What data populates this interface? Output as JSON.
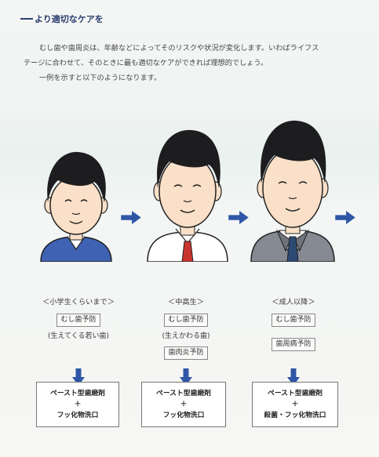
{
  "heading": "より適切なケアを",
  "intro": {
    "line1": "むし歯や歯周炎は、年齢などによってそのリスクや状況が変化します。いわばライフス",
    "line2": "テージに合わせて、そのときに最も適切なケアができれば理想的でしょう。",
    "line3": "一例を示すと以下のようになります。"
  },
  "stages": [
    {
      "title": "＜小学生くらいまで＞",
      "tag1": "むし歯予防",
      "note": "(生えてくる若い歯)",
      "tag2": "",
      "result_line1": "ペースト型歯磨剤",
      "result_plus": "＋",
      "result_line2": "フッ化物洗口"
    },
    {
      "title": "＜中高生＞",
      "tag1": "むし歯予防",
      "note": "(生えかわる歯)",
      "tag2": "歯肉炎予防",
      "result_line1": "ペースト型歯磨剤",
      "result_plus": "＋",
      "result_line2": "フッ化物洗口"
    },
    {
      "title": "＜成人以降＞",
      "tag1": "むし歯予防",
      "note": "",
      "tag2": "歯周病予防",
      "result_line1": "ペースト型歯磨剤",
      "result_plus": "＋",
      "result_line2": "殺菌・フッ化物洗口"
    }
  ],
  "colors": {
    "heading": "#2a3f6e",
    "arrow": "#2f56a6",
    "hair": "#1d1d1f",
    "skin": "#fae0c8",
    "child_shirt": "#3f62b2",
    "suit": "#858a93",
    "tie_student": "#c8342e",
    "tie_adult": "#2c4a72"
  },
  "icons": {
    "stage_arrow": "arrow-right-icon",
    "down_arrow": "arrow-down-icon"
  }
}
